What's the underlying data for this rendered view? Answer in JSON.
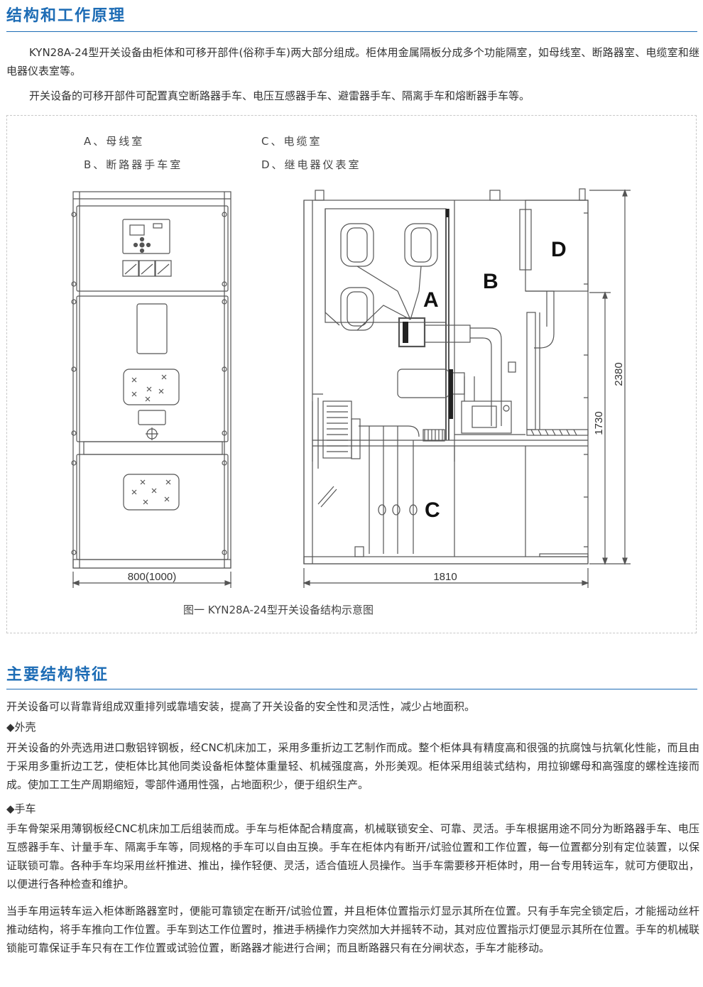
{
  "section1": {
    "title": "结构和工作原理",
    "paragraphs": [
      "KYN28A-24型开关设备由柜体和可移开部件(俗称手车)两大部分组成。柜体用金属隔板分成多个功能隔室，如母线室、断路器室、电缆室和继电器仪表室等。",
      "开关设备的可移开部件可配置真空断路器手车、电压互感器手车、避雷器手车、隔离手车和熔断器手车等。"
    ]
  },
  "figure": {
    "legend": {
      "a": "A、母线室",
      "b": "B、断路器手车室",
      "c": "C、电缆室",
      "d": "D、继电器仪表室"
    },
    "compartment_labels": {
      "a": "A",
      "b": "B",
      "c": "C",
      "d": "D"
    },
    "dimensions": {
      "front_width": "800(1000)",
      "depth": "1810",
      "height_total": "2380",
      "height_lower": "1730"
    },
    "caption": "图一  KYN28A-24型开关设备结构示意图"
  },
  "section2": {
    "title": "主要结构特征",
    "intro": "开关设备可以背靠背组成双重排列或靠墙安装，提高了开关设备的安全性和灵活性，减少占地面积。",
    "shell": {
      "heading": "◆外壳",
      "text": "开关设备的外壳选用进口敷铝锌钢板，经CNC机床加工，采用多重折边工艺制作而成。整个柜体具有精度高和很强的抗腐蚀与抗氧化性能，而且由于采用多重折边工艺，使柜体比其他同类设备柜体整体重量轻、机械强度高，外形美观。柜体采用组装式结构，用拉铆螺母和高强度的螺栓连接而成。使加工工生产周期缩短，零部件通用性强，占地面积少，便于组织生产。"
    },
    "truck": {
      "heading": "◆手车",
      "text1": "手车骨架采用薄钢板经CNC机床加工后组装而成。手车与柜体配合精度高，机械联锁安全、可靠、灵活。手车根据用途不同分为断路器手车、电压互感器手车、计量手车、隔离手车等，同规格的手车可以自由互换。手车在柜体内有断开/试验位置和工作位置，每一位置都分别有定位装置，以保证联锁可靠。各种手车均采用丝杆推进、推出，操作轻便、灵活，适合值班人员操作。当手车需要移开柜体时，用一台专用转运车，就可方便取出，以便进行各种检查和维护。",
      "text2": "当手车用运转车运入柜体断路器室时，便能可靠锁定在断开/试验位置，并且柜体位置指示灯显示其所在位置。只有手车完全锁定后，才能摇动丝杆推动结构，将手车推向工作位置。手车到达工作位置时，推进手柄操作力突然加大并摇转不动，其对应位置指示灯便显示其所在位置。手车的机械联锁能可靠保证手车只有在工作位置或试验位置，断路器才能进行合闸；而且断路器只有在分闸状态，手车才能移动。"
    }
  }
}
